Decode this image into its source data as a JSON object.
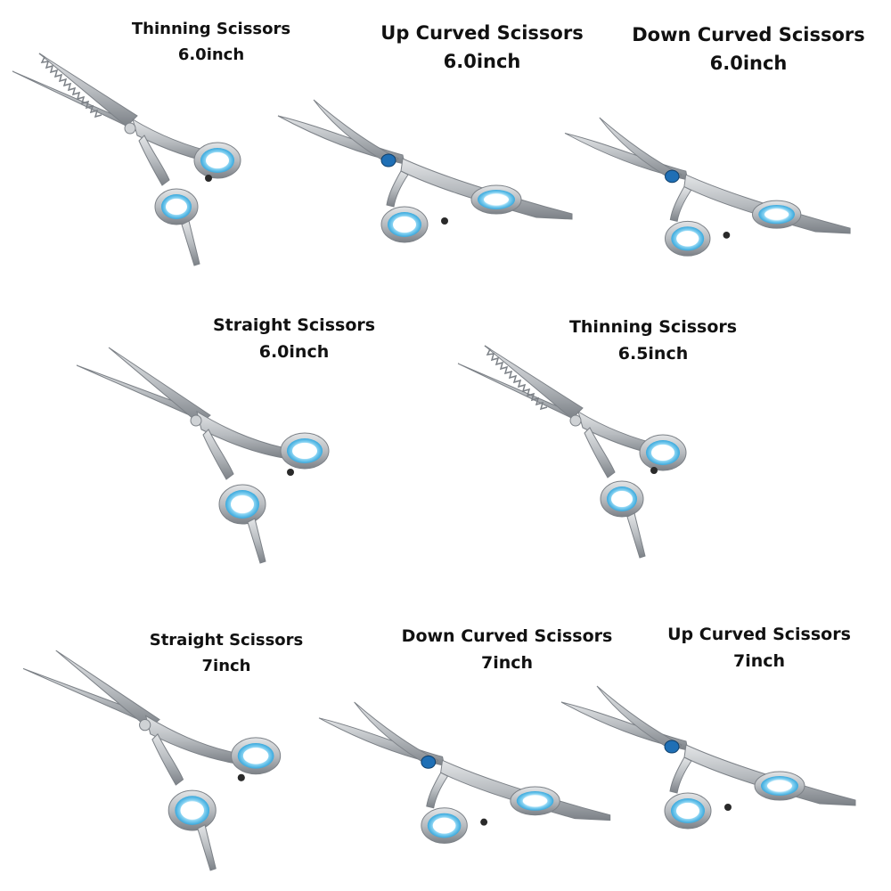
{
  "colors": {
    "steel": "#b8bcc0",
    "steel_dark": "#7c8187",
    "steel_light": "#e3e5e7",
    "ring": "#39a8dc",
    "ring_light": "#8ad4f3",
    "screw_blue": "#1f6fb5",
    "tang": "#2a2a2a"
  },
  "items": [
    {
      "name": "Thinning Scissors",
      "size": "6.0inch",
      "type": "thinning",
      "icon": "thinning-scissors-icon"
    },
    {
      "name": "Up Curved Scissors",
      "size": "6.0inch",
      "type": "curved-up",
      "icon": "curved-scissors-icon"
    },
    {
      "name": "Down Curved Scissors",
      "size": "6.0inch",
      "type": "curved-down",
      "icon": "curved-scissors-icon"
    },
    {
      "name": "Straight Scissors",
      "size": "6.0inch",
      "type": "straight",
      "icon": "straight-scissors-icon"
    },
    {
      "name": "Thinning Scissors",
      "size": "6.5inch",
      "type": "thinning",
      "icon": "thinning-scissors-icon"
    },
    {
      "name": "Straight Scissors",
      "size": "7inch",
      "type": "straight",
      "icon": "straight-scissors-icon"
    },
    {
      "name": "Down Curved Scissors",
      "size": "7inch",
      "type": "curved-down",
      "icon": "curved-scissors-icon"
    },
    {
      "name": "Up Curved Scissors",
      "size": "7inch",
      "type": "curved-up",
      "icon": "curved-scissors-icon"
    }
  ]
}
